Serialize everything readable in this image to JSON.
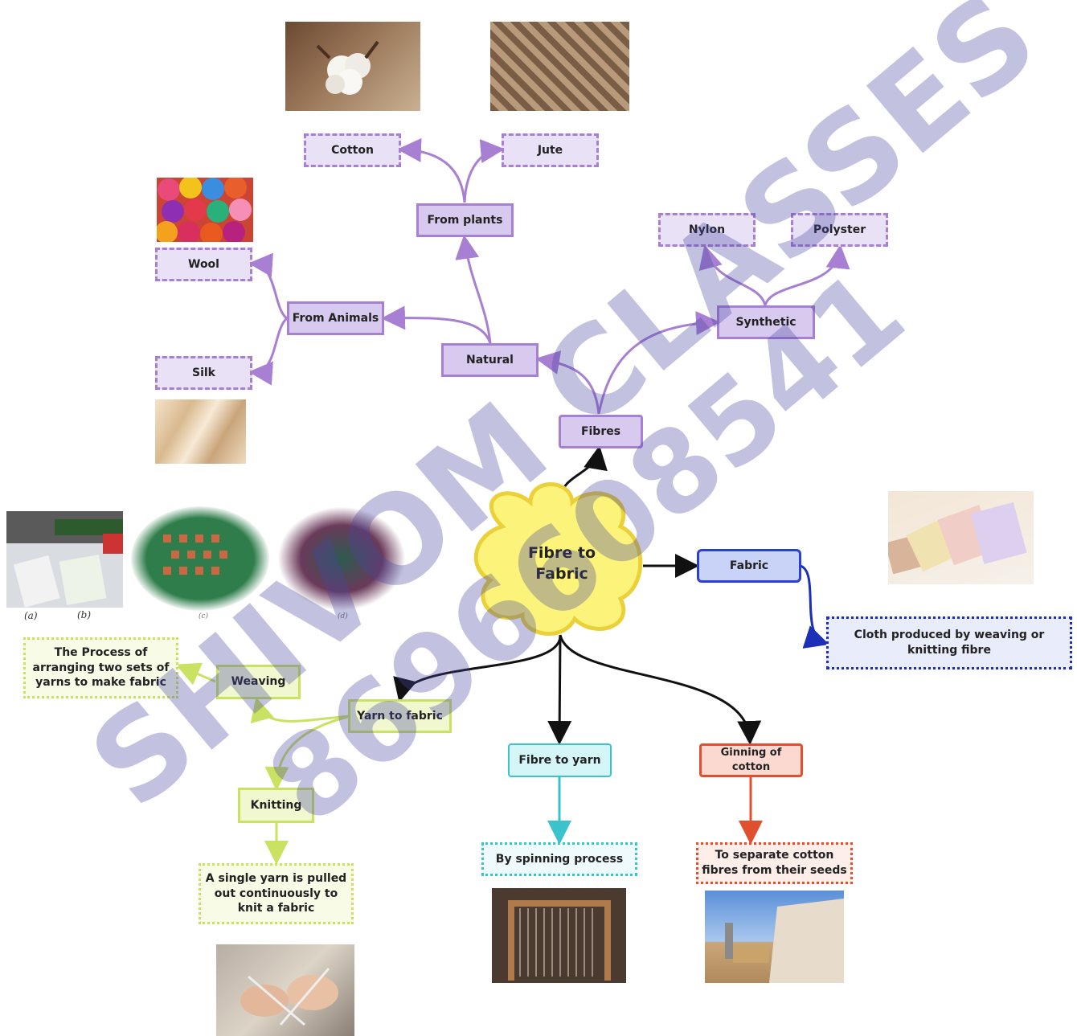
{
  "center": "Fibre to Fabric",
  "nodes": {
    "fibres": "Fibres",
    "natural": "Natural",
    "synthetic": "Synthetic",
    "from_plants": "From plants",
    "from_animals": "From Animals",
    "cotton": "Cotton",
    "jute": "Jute",
    "wool": "Wool",
    "silk": "Silk",
    "nylon": "Nylon",
    "polyster": "Polyster",
    "fabric": "Fabric",
    "fabric_def": "Cloth produced by weaving or knitting fibre",
    "yarn_to_fabric": "Yarn to fabric",
    "weaving": "Weaving",
    "weaving_def": "The Process of arranging two sets of yarns to make fabric",
    "knitting": "Knitting",
    "knitting_def": "A single yarn is pulled out continuously to knit a fabric",
    "fibre_to_yarn": "Fibre to yarn",
    "spinning_def": "By spinning process",
    "ginning": "Ginning of cotton",
    "ginning_def": "To separate cotton fibres from their seeds"
  },
  "captions": {
    "a": "(a)",
    "b": "(b)",
    "c": "(c)",
    "d": "(d)"
  },
  "watermark": {
    "line1": "SHIVOM CLASSES",
    "line2": "8696608541"
  },
  "colors": {
    "purple": "#a77fd3",
    "blue": "#2a3fd6",
    "lime": "#c9e261",
    "cyan": "#3ac3cc",
    "red": "#e0502f",
    "center_fill": "#fbf37a",
    "center_stroke": "#ead13a"
  }
}
